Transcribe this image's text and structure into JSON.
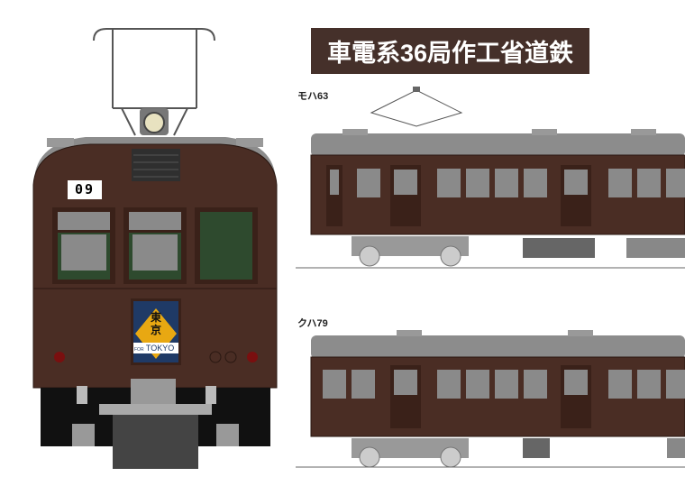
{
  "title": "車電系36局作工省道鉄",
  "front": {
    "number": "09",
    "sign_kanji": [
      "東",
      "京"
    ],
    "sign_for": "FOR",
    "sign_city": "TOKYO"
  },
  "cars": [
    {
      "label": "モハ63"
    },
    {
      "label": "クハ79"
    }
  ],
  "colors": {
    "body": "#4a2d24",
    "roof": "#8c8c8c",
    "window": "#8a8a8a",
    "front_glass": "#2e4a2e",
    "sign_bg": "#1f3a66",
    "sign_diamond": "#e8a812"
  }
}
